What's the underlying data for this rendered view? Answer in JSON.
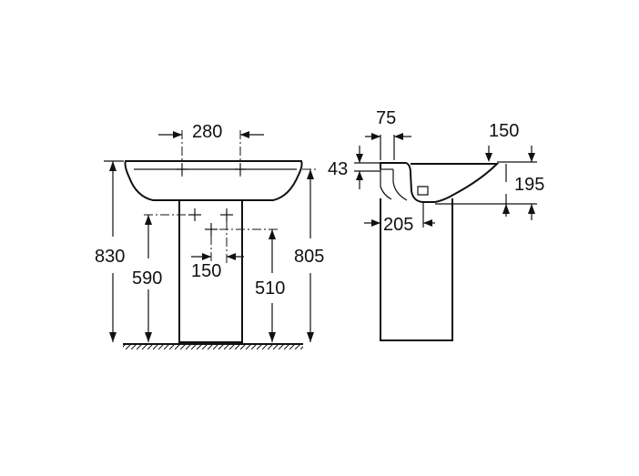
{
  "front_view": {
    "dim_overall_height": "830",
    "dim_tap_hole_spacing": "280",
    "dim_waste_height": "590",
    "dim_inlet_spacing": "150",
    "dim_inlet_height": "510",
    "dim_rim_height": "805"
  },
  "side_view": {
    "dim_rim_depth": "75",
    "dim_tap_ledge": "43",
    "dim_overflow_offset": "150",
    "dim_bowl_drop": "195",
    "dim_waste_distance": "205"
  }
}
